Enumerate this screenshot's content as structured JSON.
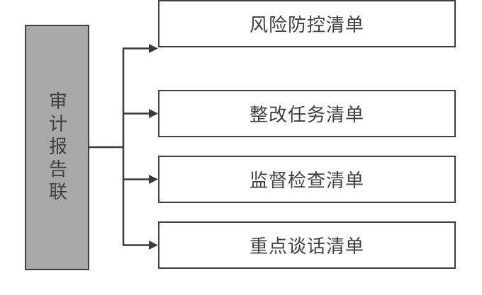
{
  "diagram": {
    "type": "flowchart",
    "source": {
      "label": "审计报告联"
    },
    "targets": [
      {
        "label": "整改任务清单"
      },
      {
        "label": "监督检查清单"
      },
      {
        "label": "重点谈话清单"
      },
      {
        "label": "风险防控清单"
      }
    ],
    "colors": {
      "source_fill": "#a9a9a9",
      "box_border": "#3f3f3f",
      "connector_line": "#3a3a3a",
      "text": "#404040",
      "background": "#ffffff"
    }
  }
}
